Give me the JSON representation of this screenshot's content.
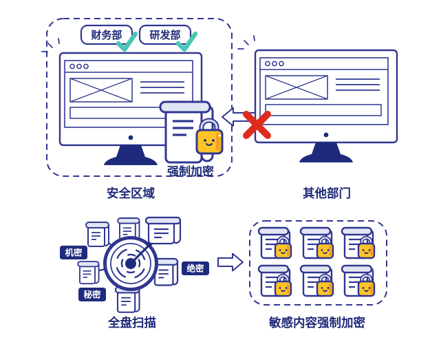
{
  "colors": {
    "outline_navy": "#2f3690",
    "dark_navy": "#1e2b7d",
    "text_navy": "#1f2a78",
    "teal_check": "#4cc6b4",
    "lock_yellow": "#ffc527",
    "lock_shade": "#f0a125",
    "block_red": "#dd2b1e",
    "paper_light": "#e2e5f3"
  },
  "secure_zone": {
    "departments": [
      {
        "label": "财务部"
      },
      {
        "label": "研发部"
      }
    ],
    "encryption_label": "强制加密",
    "caption": "安全区域"
  },
  "other_department": {
    "caption": "其他部门"
  },
  "scan": {
    "badges": [
      {
        "label": "机密"
      },
      {
        "label": "秘密"
      },
      {
        "label": "绝密"
      }
    ],
    "caption": "全盘扫描"
  },
  "encryption_zone": {
    "caption": "敏感内容强制加密"
  },
  "icons": {
    "monitor": "monitor-icon",
    "document": "document-icon",
    "lock": "padlock-icon",
    "radar": "radar-scan-icon",
    "check": "checkmark-icon",
    "cross": "blocked-cross-icon",
    "arrow_left": "arrow-left-icon",
    "arrow_right": "arrow-right-icon"
  }
}
